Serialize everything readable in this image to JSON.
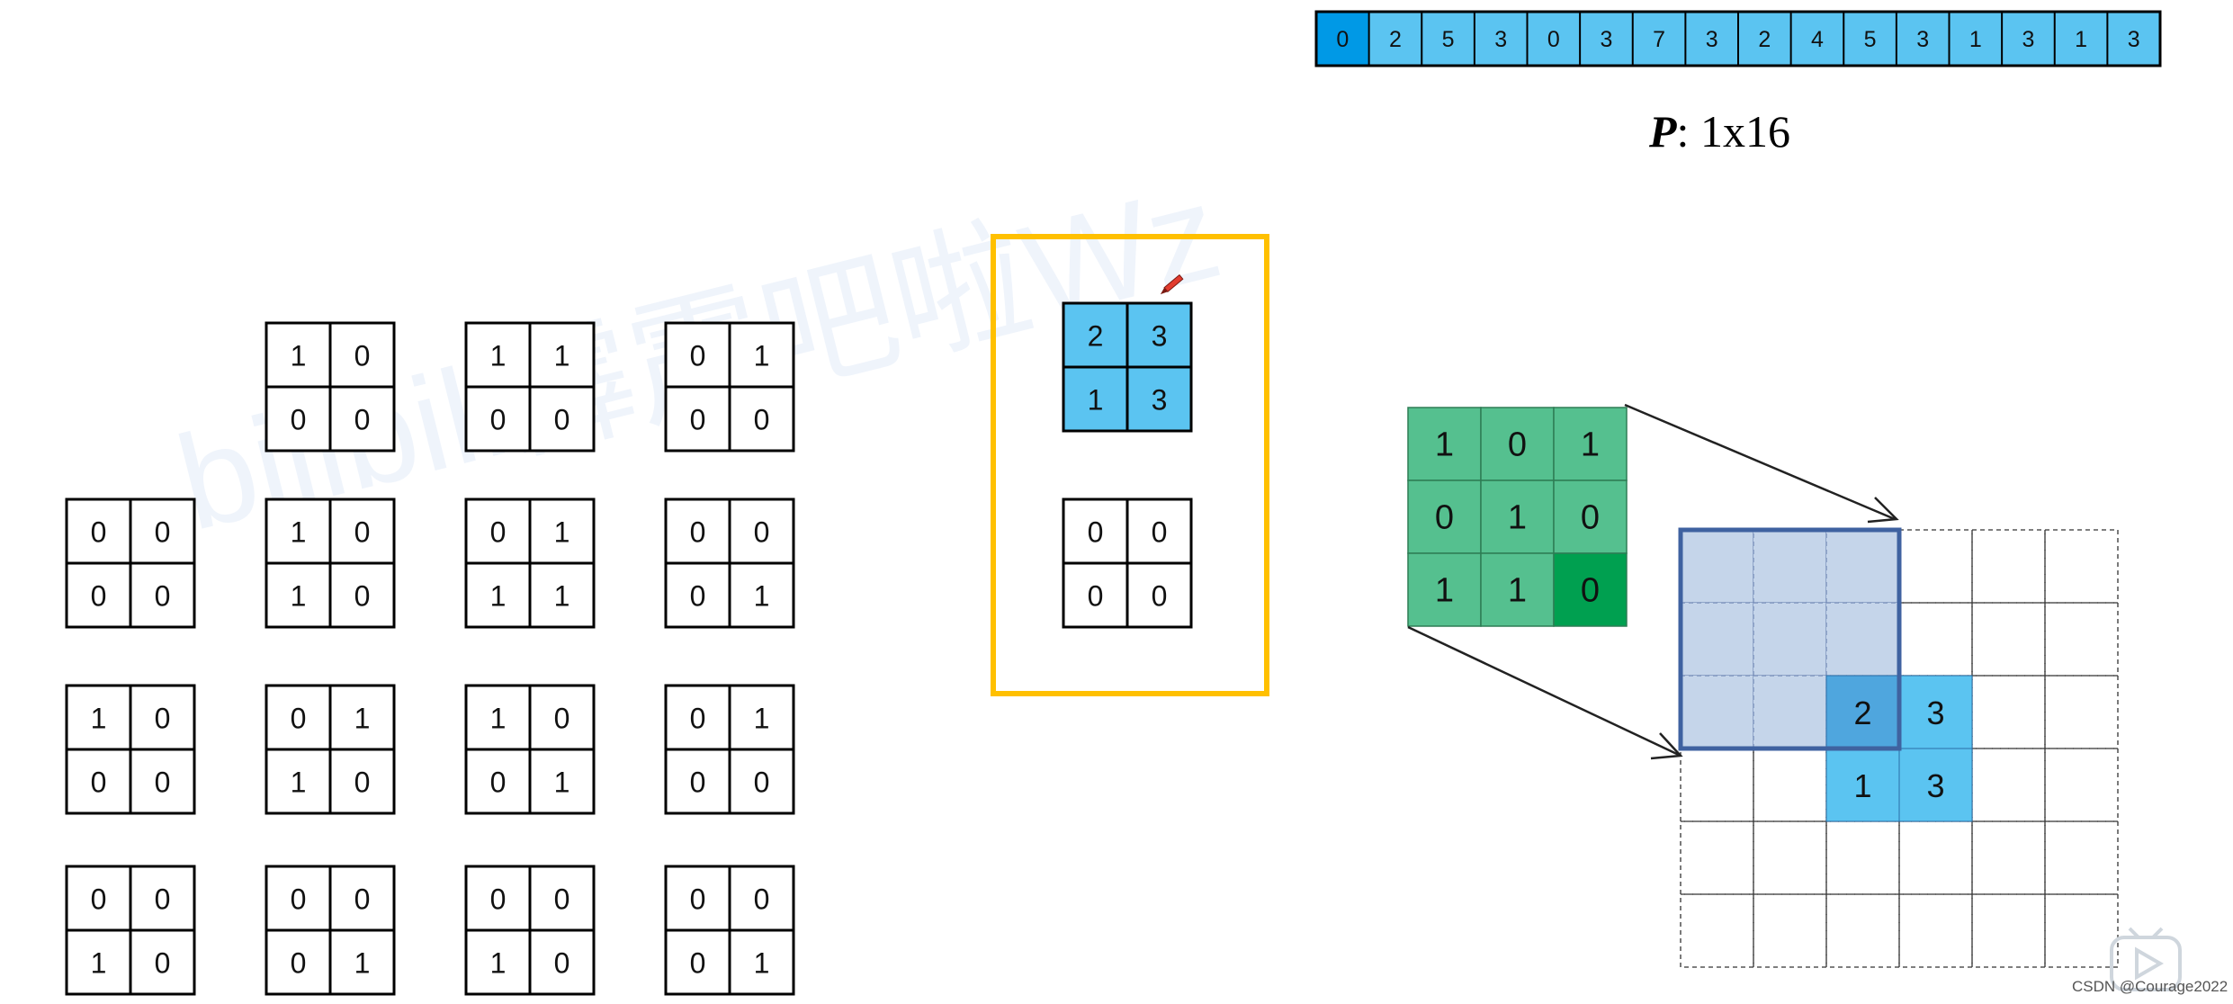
{
  "p_vector": {
    "cells": [
      "0",
      "2",
      "5",
      "3",
      "0",
      "3",
      "7",
      "3",
      "2",
      "4",
      "5",
      "3",
      "1",
      "3",
      "1",
      "3"
    ],
    "highlight_index": 0,
    "label_symbol": "P",
    "label_rest": ": 1x16"
  },
  "small_matrices": [
    {
      "values": [
        "1",
        "0",
        "0",
        "0"
      ]
    },
    {
      "values": [
        "1",
        "1",
        "0",
        "0"
      ]
    },
    {
      "values": [
        "0",
        "1",
        "0",
        "0"
      ]
    },
    {
      "values": [
        "0",
        "0",
        "0",
        "0"
      ]
    },
    {
      "values": [
        "1",
        "0",
        "1",
        "0"
      ]
    },
    {
      "values": [
        "0",
        "1",
        "1",
        "1"
      ]
    },
    {
      "values": [
        "0",
        "0",
        "0",
        "1"
      ]
    },
    {
      "values": [
        "1",
        "0",
        "0",
        "0"
      ]
    },
    {
      "values": [
        "0",
        "1",
        "1",
        "0"
      ]
    },
    {
      "values": [
        "1",
        "0",
        "0",
        "1"
      ]
    },
    {
      "values": [
        "0",
        "1",
        "0",
        "0"
      ]
    },
    {
      "values": [
        "0",
        "0",
        "1",
        "0"
      ]
    },
    {
      "values": [
        "0",
        "0",
        "0",
        "1"
      ]
    },
    {
      "values": [
        "0",
        "0",
        "1",
        "0"
      ]
    },
    {
      "values": [
        "0",
        "0",
        "0",
        "1"
      ]
    }
  ],
  "highlight_box": {
    "blue_matrix": [
      "2",
      "3",
      "1",
      "3"
    ],
    "zero_matrix": [
      "0",
      "0",
      "0",
      "0"
    ]
  },
  "kernel": {
    "values": [
      "1",
      "0",
      "1",
      "0",
      "1",
      "0",
      "1",
      "1",
      "0"
    ]
  },
  "grid_overlay": {
    "values": [
      "2",
      "3",
      "1",
      "3"
    ]
  },
  "watermark": {
    "text": "bilibili霹雳吧啦Wz"
  },
  "credit": {
    "text": "CSDN @Courage2022"
  },
  "colors": {
    "light_blue": "#5BC4F1",
    "dark_blue": "#0099E6",
    "kernel_green": "#55C08F",
    "kernel_dark_green": "#00A050",
    "box_yellow": "#FFC000",
    "receptive_field": "#C5D5EA",
    "receptive_border": "#3F62A0"
  }
}
